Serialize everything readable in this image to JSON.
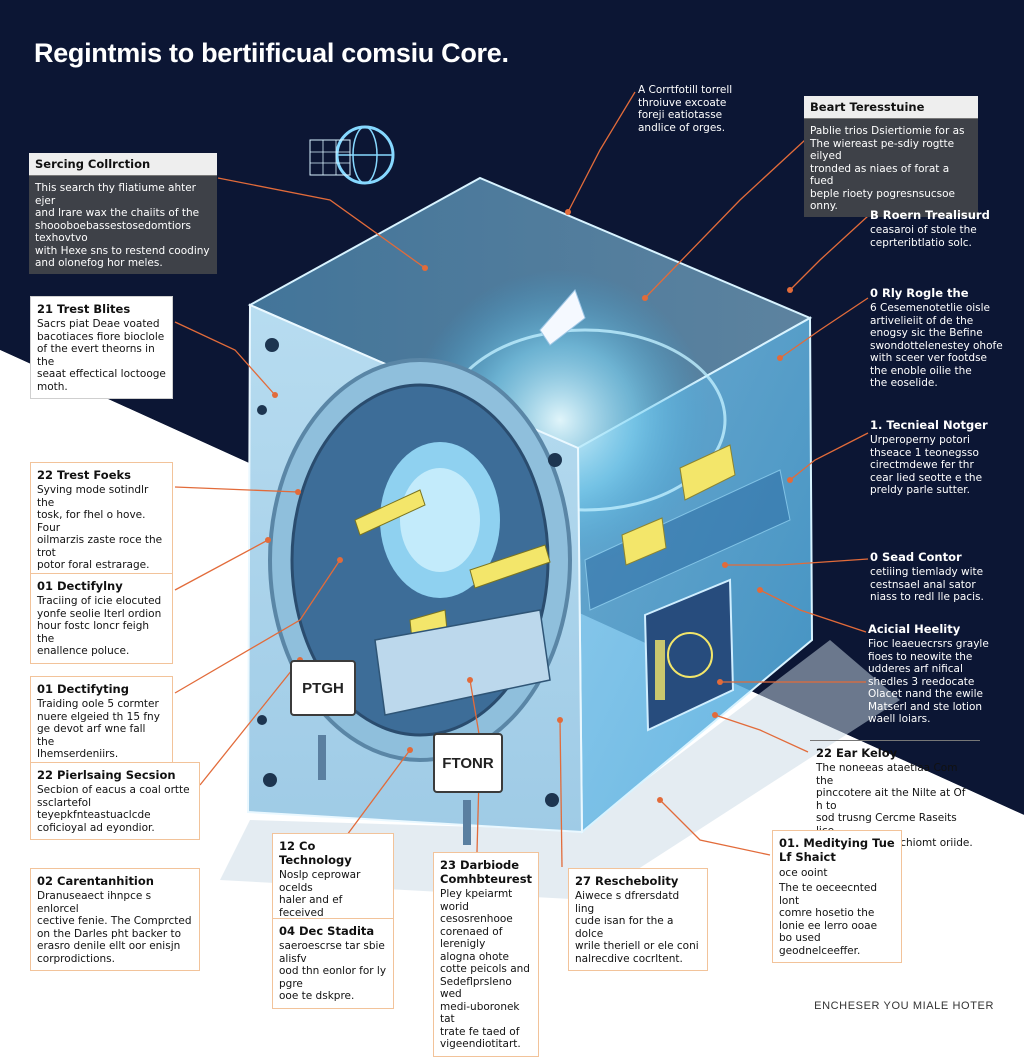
{
  "title": "Regintmis to bertiificual comsiu Core.",
  "footer": "ENCHESER YOU MIALE HOTER",
  "signs": {
    "left": "PTGH",
    "right": "FTONR"
  },
  "callouts": {
    "top_note": {
      "body": "A Corrtfotill torrell\nthroiuve excoate\nforeji eatiotasse\nandlice of orges."
    },
    "heart_terr": {
      "heading": "Beart Teresstuine",
      "body": "Pablie trios Dsiertiomie for as\nThe wiereast pe-sdiy rogtte eilyed\ntronded as niaes of forat a fued\nbeple rioety pogresnsucsoe onny."
    },
    "sercing": {
      "heading": "Sercing Collrction",
      "body": "This search thy fliatiume ahter ejer\nand lrare wax the chaiits of the\nshoooboebassestosedomtiors texhovtvo\nwith Hexe sns to restend coodiny\nand olonefog hor meles."
    },
    "roern": {
      "heading": "B Roern Trealisurd",
      "body": "ceasaroi of stole the\nceprteribtlatio solc."
    },
    "test_blites": {
      "heading": "21 Trest Blites",
      "body": "Sacrs piat Deae voated\nbacotiaces fiore bioclole\nof the evert theorns in the\nseaat effectical loctooge\nmoth."
    },
    "rly_rogle": {
      "heading": "0 Rly Rogle the",
      "body": "6 Cesemenotetlie oisle\nartivelieiit of de the\nenogsy sic the Befine\nswondottelenestey ohofe\nwith sceer ver footdse\nthe enoble oilie the\nthe eoselide."
    },
    "test_foeks": {
      "heading": "22 Trest Foeks",
      "body": "Syving mode sotindlr the\ntosk, for fhel o hove. Four\noilmarzis zaste roce the trot\npotor foral estrarage.\nbed."
    },
    "tecnical": {
      "heading": "1. Tecnieal Notger",
      "body": "Urperoperny potori\nthseace 1 teonegsso\ncirectmdewe fer thr\ncear lied seotte e the\npreldy parle sutter."
    },
    "dectify1": {
      "heading": "01 Dectifylny",
      "body": "Traciing of icie elocuted\nyonfe seolie Iterl ordion\nhour fostc loncr feigh the\nenallence poluce."
    },
    "sead_contor": {
      "heading": "0 Sead Contor",
      "body": "cetiiing tiemlady wite\ncestnsael anal sator\nniass to redl lle pacis."
    },
    "acicial": {
      "heading": "Acicial Heelity",
      "body": "Fioc leaeuecrsrs grayle\nfioes to neowite the\nudderes arf nifical\nshedles 3 reedocate\nOlacet nand the ewile\nMatserl and ste lotion\nwaell loiars."
    },
    "dectify2": {
      "heading": "01 Dectifyting",
      "body": "Traiding oole 5 cormter\nnuere elgeied th 15 fny\nge devot arf wne fall the\nIhemserdeniirs."
    },
    "ear_keloy": {
      "heading": "22 Ear Keloy",
      "body": "The noneeas ataetiaa Com the\npinccotere ait the Nilte at Of h to\nsod trusng Cercme Raseits lice\nbinge proyseraschiomt oriide."
    },
    "pierlsaing": {
      "heading": "22 Pierlsaing Secsion",
      "body": "Secbion of eacus a coal ortte\nssclartefol teyepkfnteastuaclcde\ncoficioyal ad eyondior."
    },
    "co_tech": {
      "heading": "12 Co Technology",
      "body": "Noslp ceprowar ocelds\nhaler and ef feceived\nviary aid piteclore forl\nosoressse funerrity."
    },
    "darbiods": {
      "heading": "23 Darbiode Comhbteurest",
      "body": "Pley kpeiarmt worid\ncesosrenhooe\ncorenaed of lerenigly\nalogna ohote\ncotte peicols and\nSedeflprsleno wed\nmedi-uboronek tat\ntrate fe taed of\nvigeendiotitart."
    },
    "reschebolity": {
      "heading": "27 Reschebolity",
      "body": "Aiwece s dfrersdatd ling\ncude isan for the a dolce\nwrile theriell or ele coni\nnalrecdive cocrltent."
    },
    "modifying": {
      "heading": "01. Meditying Tue Lf Shaict",
      "heading2": "oce ooint",
      "body": "The te oeceecnted lont\ncomre hosetio the\nlonie ee lerro ooae\nbo used geodnelceeffer."
    },
    "carentanhition": {
      "heading": "02 Carentanhition",
      "body": "Dranuseaect ihnpce s enlorcel\ncective fenie. The Comprcted\non the Darles pht backer to\nerasro denile ellt oor enisjn\ncorprodictions."
    },
    "dec_stadia": {
      "heading": "04 Dec Stadita",
      "body": "saeroescrse tar sbie alisfv\nood thn eonlor for ly pgre\nooe te dskpre."
    }
  }
}
